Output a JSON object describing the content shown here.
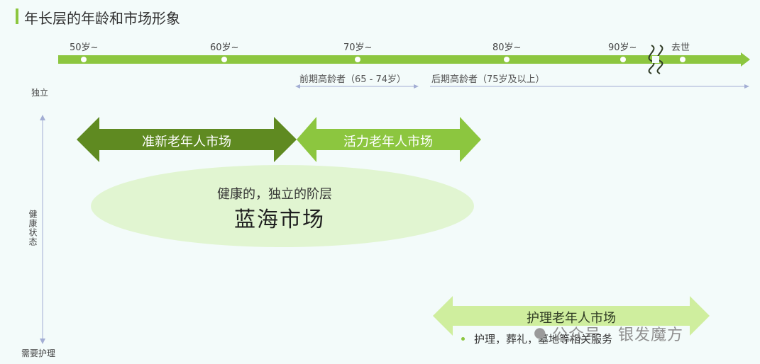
{
  "title": "年长层的年龄和市场形象",
  "timeline": {
    "ages": [
      "50岁~",
      "60岁~",
      "70岁~",
      "80岁~",
      "90岁~",
      "去世"
    ],
    "periods": [
      "前期高龄者（65 - 74岁）",
      "后期高龄者（75岁及以上）"
    ]
  },
  "y_axis": {
    "top": "独立",
    "middle": "健康状态",
    "bottom": "需要护理"
  },
  "markets": {
    "pre_senior": "准新老年人市场",
    "active_senior": "活力老年人市场",
    "care_senior": "护理老年人市场"
  },
  "blue_ocean": {
    "subtitle": "健康的，独立的阶层",
    "title": "蓝海市场"
  },
  "care_bullet": "护理，葬礼，墓地等相关服务",
  "watermark": "公众号 · 银发魔方",
  "watermark_icon": "wechat-icon",
  "colors": {
    "accent_green": "#8cc63f",
    "dark_green": "#5f8a21",
    "light_green": "#cfee9e",
    "ellipse": "#e1f5d1"
  }
}
